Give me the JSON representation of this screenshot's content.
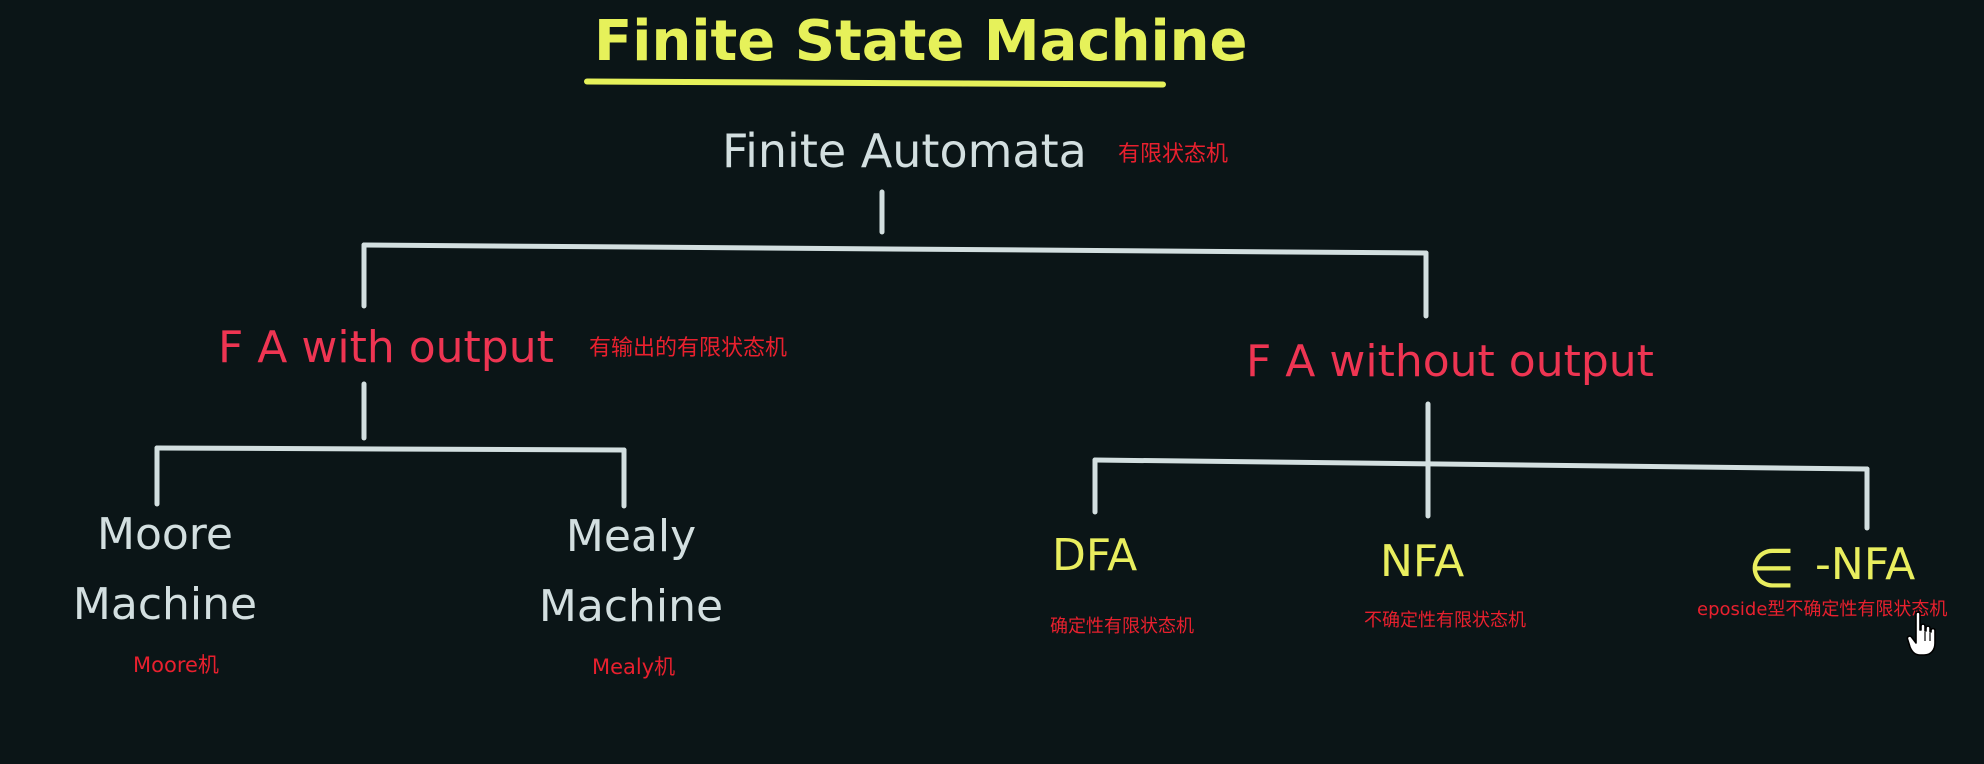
{
  "title": "Finite State Machine",
  "root": {
    "label": "Finite Automata",
    "note": "有限状态机"
  },
  "branches": {
    "with_output": {
      "label": "F A with output",
      "note": "有输出的有限状态机",
      "children": [
        {
          "line1": "Moore",
          "line2": "Machine",
          "note": "Moore机"
        },
        {
          "line1": "Mealy",
          "line2": "Machine",
          "note": "Mealy机"
        }
      ]
    },
    "without_output": {
      "label": "F A without output",
      "children": [
        {
          "label": "DFA",
          "note": "确定性有限状态机"
        },
        {
          "label": "NFA",
          "note": "不确定性有限状态机"
        },
        {
          "prefix": "∈",
          "label": "-NFA",
          "note": "eposide型不确定性有限状态机"
        }
      ]
    }
  },
  "colors": {
    "background": "#0b1517",
    "title": "#e6f15a",
    "chalk_white": "#d3dfe0",
    "chalk_red": "#ee3552",
    "chalk_yellow": "#e9ee5e",
    "annotation_red": "#e8202e"
  },
  "icons": {
    "cursor": "hand-pointer-icon"
  }
}
